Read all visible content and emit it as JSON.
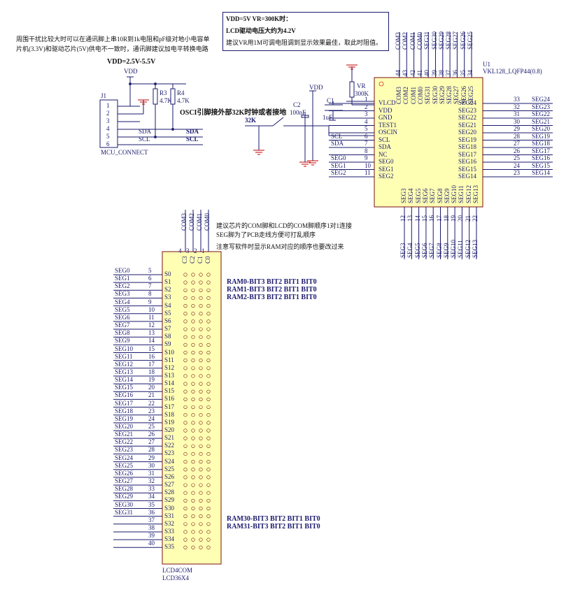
{
  "notes": {
    "note_box_line1": "VDD=5V VR=300K时：",
    "note_box_line2": "LCD驱动电压大约为4.2V",
    "note_box_line3": "建议VR用1M可调电阻调到显示效果最佳，取此时阻值。",
    "note_left_line1": "周围干扰比较大时可以在通讯脚上串10R到1k电阻和pF级对地小电容单",
    "note_left_line2": "片机(3.3V)和驱动芯片(5V)供电不一致时，通讯脚建议加电平转换电路",
    "vdd_range": "VDD=2.5V-5.5V",
    "osci_note": "OSCI引脚接外部32K时钟或者接地",
    "com_note1": "建议芯片的COM脚和LCD的COM脚顺序1对1连接",
    "com_note2": "SEG脚为了PCB走线方便可打乱顺序",
    "com_note3": "注意写软件时显示RAM对应的顺序也要改过来"
  },
  "connector": {
    "ref": "J1",
    "name": "MCU_CONNECT",
    "pins": [
      "1",
      "2",
      "3",
      "4",
      "5",
      "6"
    ],
    "sda": "SDA",
    "scl": "SCL",
    "vdd": "VDD",
    "r3": "R3",
    "r3v": "4.7K",
    "r4": "R4",
    "r4v": "4.7K"
  },
  "osc": {
    "label32k": "32K",
    "c2": "C2",
    "c2v": "100nF",
    "c1": "C1",
    "c1v": "1uF",
    "vdd": "VDD",
    "vr": "VR",
    "vrv": "300K"
  },
  "ic": {
    "ref": "U1",
    "part": "VKL128_LQFP44(0.8)",
    "left_pins": [
      {
        "num": "1",
        "name": "VLCD",
        "net": ""
      },
      {
        "num": "2",
        "name": "VDD",
        "net": ""
      },
      {
        "num": "3",
        "name": "GND",
        "net": ""
      },
      {
        "num": "4",
        "name": "TEST1",
        "net": ""
      },
      {
        "num": "5",
        "name": "OSCIN",
        "net": ""
      },
      {
        "num": "6",
        "name": "SCL",
        "net": "SCL"
      },
      {
        "num": "7",
        "name": "SDA",
        "net": "SDA"
      },
      {
        "num": "8",
        "name": "NC",
        "net": ""
      },
      {
        "num": "9",
        "name": "SEG0",
        "net": "SEG0"
      },
      {
        "num": "10",
        "name": "SEG1",
        "net": "SEG1"
      },
      {
        "num": "11",
        "name": "SEG2",
        "net": "SEG2"
      }
    ],
    "right_pins": [
      {
        "num": "33",
        "name": "SEG24"
      },
      {
        "num": "32",
        "name": "SEG23"
      },
      {
        "num": "31",
        "name": "SEG22"
      },
      {
        "num": "30",
        "name": "SEG21"
      },
      {
        "num": "29",
        "name": "SEG20"
      },
      {
        "num": "28",
        "name": "SEG19"
      },
      {
        "num": "27",
        "name": "SEG18"
      },
      {
        "num": "26",
        "name": "SEG17"
      },
      {
        "num": "25",
        "name": "SEG16"
      },
      {
        "num": "24",
        "name": "SEG15"
      },
      {
        "num": "23",
        "name": "SEG14"
      }
    ],
    "top_pins": [
      {
        "num": "44",
        "name": "COM3"
      },
      {
        "num": "43",
        "name": "COM2"
      },
      {
        "num": "42",
        "name": "COM1"
      },
      {
        "num": "41",
        "name": "COM0"
      },
      {
        "num": "40",
        "name": "SEG31"
      },
      {
        "num": "39",
        "name": "SEG30"
      },
      {
        "num": "38",
        "name": "SEG29"
      },
      {
        "num": "37",
        "name": "SEG28"
      },
      {
        "num": "36",
        "name": "SEG27"
      },
      {
        "num": "35",
        "name": "SEG26"
      },
      {
        "num": "34",
        "name": "SEG25"
      }
    ],
    "bottom_pins": [
      {
        "num": "12",
        "name": "SEG3"
      },
      {
        "num": "13",
        "name": "SEG4"
      },
      {
        "num": "14",
        "name": "SEG5"
      },
      {
        "num": "15",
        "name": "SEG6"
      },
      {
        "num": "16",
        "name": "SEG7"
      },
      {
        "num": "17",
        "name": "SEG8"
      },
      {
        "num": "18",
        "name": "SEG9"
      },
      {
        "num": "19",
        "name": "SEG10"
      },
      {
        "num": "20",
        "name": "SEG11"
      },
      {
        "num": "21",
        "name": "SEG12"
      },
      {
        "num": "22",
        "name": "SEG13"
      }
    ]
  },
  "lcd": {
    "name1": "LCD4COM",
    "name2": "LCD36X4",
    "com_nets": [
      "COM3",
      "COM2",
      "COM1",
      "COM0"
    ],
    "com_pins": [
      "4",
      "3",
      "2",
      "1"
    ],
    "com_labels": [
      "C3",
      "C2",
      "C1",
      "C0"
    ],
    "rows": [
      {
        "net": "SEG0",
        "pin": "5",
        "s": "S0"
      },
      {
        "net": "SEG1",
        "pin": "6",
        "s": "S1"
      },
      {
        "net": "SEG2",
        "pin": "7",
        "s": "S2"
      },
      {
        "net": "SEG3",
        "pin": "8",
        "s": "S3"
      },
      {
        "net": "SEG4",
        "pin": "9",
        "s": "S4"
      },
      {
        "net": "SEG5",
        "pin": "10",
        "s": "S5"
      },
      {
        "net": "SEG6",
        "pin": "11",
        "s": "S6"
      },
      {
        "net": "SEG7",
        "pin": "12",
        "s": "S7"
      },
      {
        "net": "SEG8",
        "pin": "13",
        "s": "S8"
      },
      {
        "net": "SEG9",
        "pin": "14",
        "s": "S9"
      },
      {
        "net": "SEG10",
        "pin": "15",
        "s": "S10"
      },
      {
        "net": "SEG11",
        "pin": "16",
        "s": "S11"
      },
      {
        "net": "SEG12",
        "pin": "17",
        "s": "S12"
      },
      {
        "net": "SEG13",
        "pin": "18",
        "s": "S13"
      },
      {
        "net": "SEG14",
        "pin": "19",
        "s": "S14"
      },
      {
        "net": "SEG15",
        "pin": "20",
        "s": "S15"
      },
      {
        "net": "SEG16",
        "pin": "21",
        "s": "S16"
      },
      {
        "net": "SEG17",
        "pin": "22",
        "s": "S17"
      },
      {
        "net": "SEG18",
        "pin": "23",
        "s": "S18"
      },
      {
        "net": "SEG19",
        "pin": "24",
        "s": "S19"
      },
      {
        "net": "SEG20",
        "pin": "25",
        "s": "S20"
      },
      {
        "net": "SEG21",
        "pin": "26",
        "s": "S21"
      },
      {
        "net": "SEG22",
        "pin": "27",
        "s": "S22"
      },
      {
        "net": "SEG23",
        "pin": "28",
        "s": "S23"
      },
      {
        "net": "SEG24",
        "pin": "29",
        "s": "S24"
      },
      {
        "net": "SEG25",
        "pin": "30",
        "s": "S25"
      },
      {
        "net": "SEG26",
        "pin": "31",
        "s": "S26"
      },
      {
        "net": "SEG27",
        "pin": "32",
        "s": "S27"
      },
      {
        "net": "SEG28",
        "pin": "33",
        "s": "S28"
      },
      {
        "net": "SEG29",
        "pin": "34",
        "s": "S29"
      },
      {
        "net": "SEG30",
        "pin": "35",
        "s": "S30"
      },
      {
        "net": "SEG31",
        "pin": "36",
        "s": "S31"
      },
      {
        "net": "",
        "pin": "37",
        "s": "S32"
      },
      {
        "net": "",
        "pin": "38",
        "s": "S33"
      },
      {
        "net": "",
        "pin": "39",
        "s": "S34"
      },
      {
        "net": "",
        "pin": "40",
        "s": "S35"
      }
    ],
    "ram": [
      "RAM0-BIT3  BIT2  BIT1  BIT0",
      "RAM1-BIT3  BIT2  BIT1  BIT0",
      "RAM2-BIT3  BIT2  BIT1  BIT0",
      "RAM30-BIT3  BIT2  BIT1  BIT0",
      "RAM31-BIT3  BIT2  BIT1  BIT0"
    ]
  }
}
